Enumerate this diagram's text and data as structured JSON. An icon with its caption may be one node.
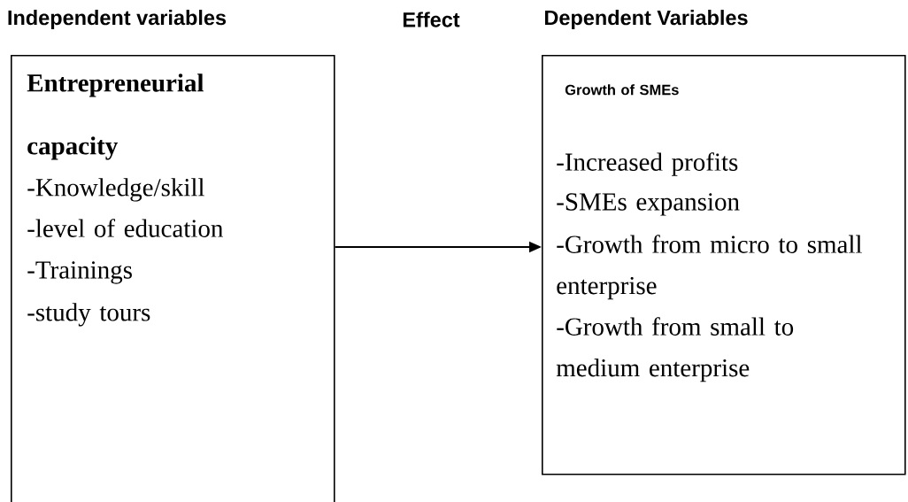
{
  "diagram": {
    "nodes": [
      {
        "text": [
          "Entrepreneurial capacity",
          "-Knowledge/skill",
          "-level of education",
          "-Trainings",
          "-study tours"
        ]
      },
      {
        "text": [
          "Growth of SMEs",
          "-Increased profits",
          "-SMEs expansion",
          "-Growth from micro to small enterprise",
          "-Growth from small to medium enterprise"
        ]
      }
    ],
    "edges": [
      {
        "from": 0,
        "to": 1,
        "arrow": "to"
      }
    ],
    "labels": [
      "Independent variables",
      "Effect",
      "Dependent Variables"
    ]
  }
}
